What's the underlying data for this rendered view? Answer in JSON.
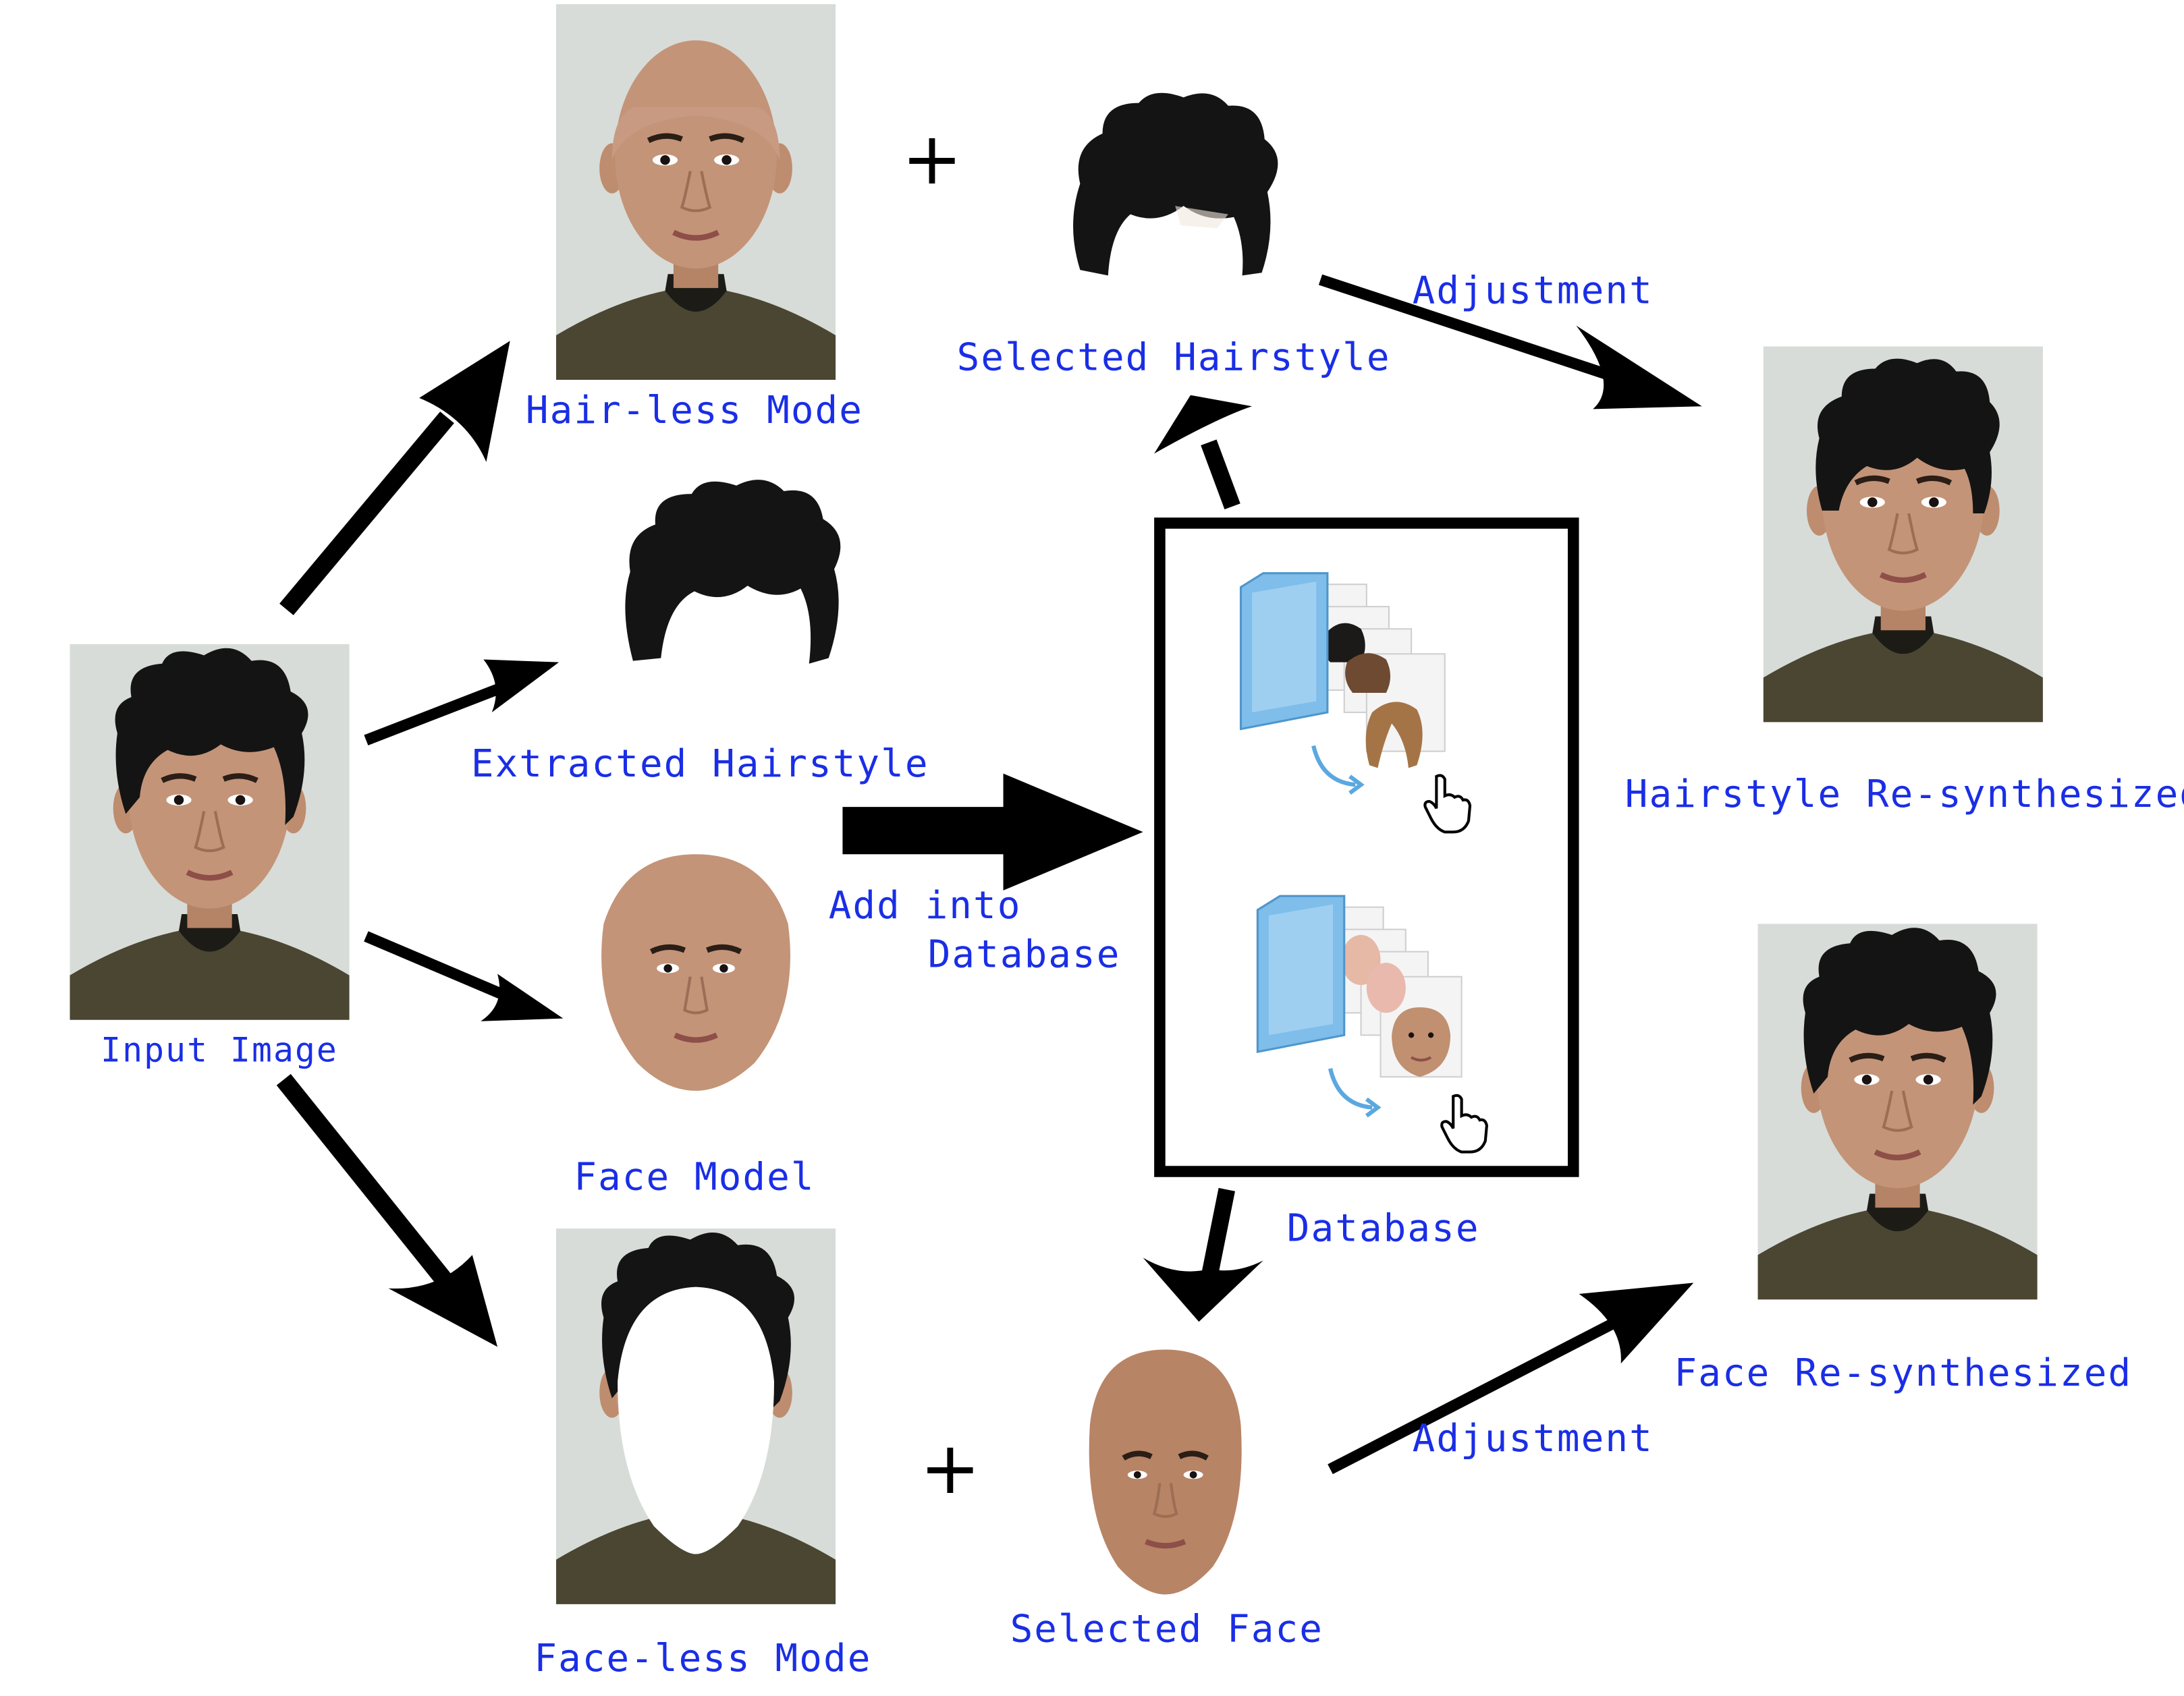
{
  "labels": {
    "input_image": "Input Image",
    "hairless_mode": "Hair-less Mode",
    "extracted_hairstyle": "Extracted Hairstyle",
    "face_model": "Face Model",
    "faceless_mode": "Face-less Mode",
    "add_into": "Add into",
    "database_word": "Database",
    "database": "Database",
    "selected_hairstyle": "Selected Hairstyle",
    "selected_face": "Selected Face",
    "adjustment_top": "Adjustment",
    "adjustment_bottom": "Adjustment",
    "hairstyle_resynth": "Hairstyle Re-synthesized",
    "face_resynth": "Face Re-synthesized",
    "plus_top": "+",
    "plus_bottom": "+"
  },
  "colors": {
    "label_text": "#1a2ee6",
    "arrow": "#000000",
    "photo_background": "#d7dcd8",
    "skin": "#c49478",
    "hair": "#141414",
    "shirt": "#4a4632",
    "folder": "#7fbdea"
  },
  "icons": [
    "person-photo",
    "hair-silhouette",
    "face-mask",
    "folder-icon",
    "hand-cursor-icon"
  ]
}
